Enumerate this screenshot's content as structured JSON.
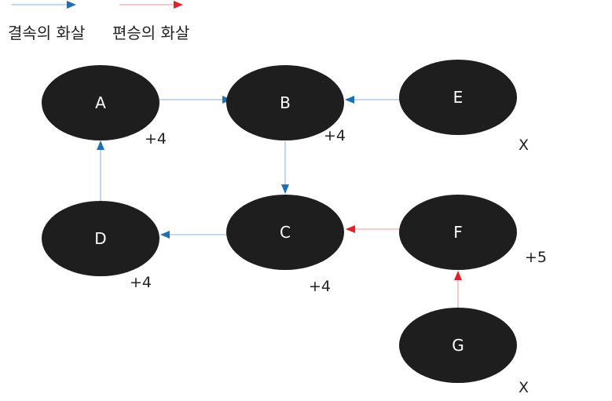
{
  "legend": {
    "blue_label": "결속의 화살",
    "red_label": "편승의 화살"
  },
  "nodes": {
    "A": "A",
    "B": "B",
    "C": "C",
    "D": "D",
    "E": "E",
    "F": "F",
    "G": "G"
  },
  "scores": {
    "A": "+4",
    "B": "+4",
    "C": "+4",
    "D": "+4",
    "F": "+5",
    "E": "X",
    "G": "X"
  },
  "colors": {
    "blue_arrow": "#2e75b6",
    "red_arrow": "#e8202a",
    "node_fill": "#1e1e1e",
    "node_text": "#ffffff"
  },
  "edges": [
    {
      "from": "A",
      "to": "B",
      "type": "blue"
    },
    {
      "from": "E",
      "to": "B",
      "type": "blue"
    },
    {
      "from": "B",
      "to": "C",
      "type": "blue"
    },
    {
      "from": "C",
      "to": "D",
      "type": "blue"
    },
    {
      "from": "D",
      "to": "A",
      "type": "blue"
    },
    {
      "from": "F",
      "to": "C",
      "type": "red"
    },
    {
      "from": "G",
      "to": "F",
      "type": "red"
    }
  ]
}
